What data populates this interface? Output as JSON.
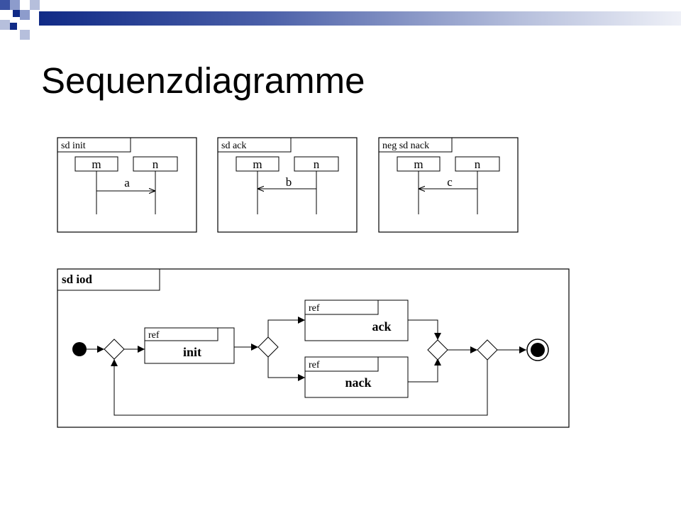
{
  "slide": {
    "title": "Sequenzdiagramme"
  },
  "colors": {
    "accent_dark": "#102a86",
    "accent_mid": "#3b53a4",
    "accent_light": "#8d9ccc",
    "line": "#000000"
  },
  "frames": [
    {
      "label": "sd init",
      "lifelines": [
        "m",
        "n"
      ],
      "message": "a",
      "direction": "m-to-n"
    },
    {
      "label": "sd ack",
      "lifelines": [
        "m",
        "n"
      ],
      "message": "b",
      "direction": "n-to-m"
    },
    {
      "label": "neg sd nack",
      "lifelines": [
        "m",
        "n"
      ],
      "message": "c",
      "direction": "n-to-m"
    }
  ],
  "overview": {
    "label": "sd iod",
    "refs": [
      {
        "tag": "ref",
        "name": "init"
      },
      {
        "tag": "ref",
        "name": "ack"
      },
      {
        "tag": "ref",
        "name": "nack"
      }
    ]
  }
}
